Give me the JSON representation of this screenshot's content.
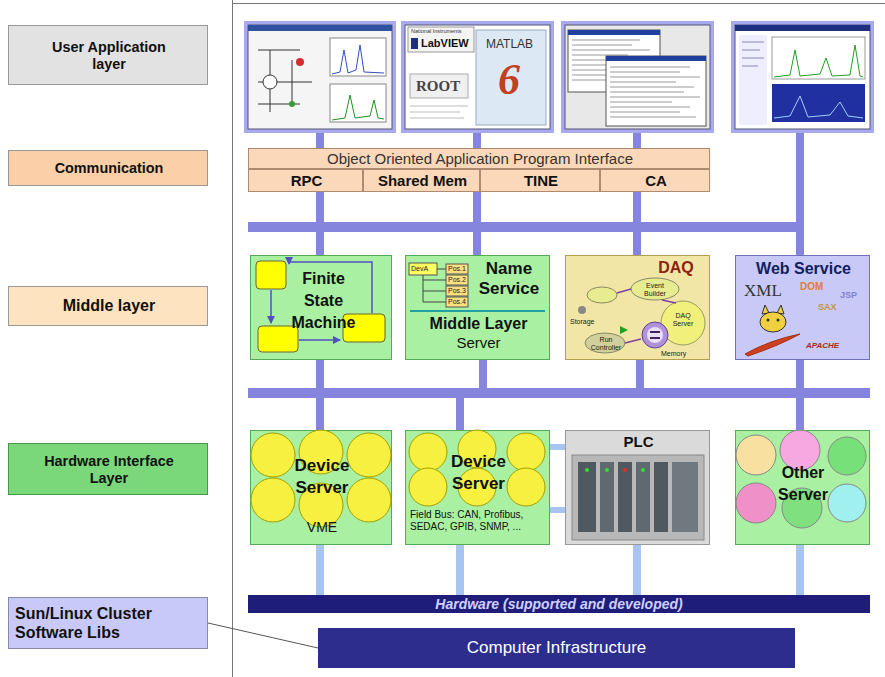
{
  "diagram": {
    "nodes": [
      {
        "text": [
          "User Application layer"
        ]
      },
      {
        "text": [
          "Communication"
        ]
      },
      {
        "text": [
          "Object Oriented Application Program Interface"
        ]
      },
      {
        "text": [
          "RPC"
        ]
      },
      {
        "text": [
          "Shared Mem"
        ]
      },
      {
        "text": [
          "TINE"
        ]
      },
      {
        "text": [
          "CA"
        ]
      },
      {
        "text": [
          "Middle layer"
        ]
      },
      {
        "text": [
          "Finite State Machine"
        ]
      },
      {
        "text": [
          "Name Service",
          "Middle Layer",
          "Server"
        ]
      },
      {
        "text": [
          "DAQ"
        ]
      },
      {
        "text": [
          "Web Service"
        ]
      },
      {
        "text": [
          "Hardware Interface Layer"
        ]
      },
      {
        "text": [
          "Device Server",
          "VME"
        ]
      },
      {
        "text": [
          "Device Server",
          "Field Bus: CAN, Profibus, SEDAC, GPIB, SNMP, ..."
        ]
      },
      {
        "text": [
          "PLC"
        ]
      },
      {
        "text": [
          "Other Server"
        ]
      },
      {
        "text": [
          "Hardware (supported and developed)"
        ]
      },
      {
        "text": [
          "Sun/Linux Cluster Software Libs"
        ]
      },
      {
        "text": [
          "Computer Infrastructure"
        ]
      }
    ],
    "edges": [
      {
        "from": 13,
        "to": 17,
        "arrow": "none"
      },
      {
        "from": 14,
        "to": 17,
        "arrow": "none"
      },
      {
        "from": 15,
        "to": 17,
        "arrow": "none"
      },
      {
        "from": 16,
        "to": 17,
        "arrow": "none"
      },
      {
        "from": 14,
        "to": 15,
        "arrow": "none"
      },
      {
        "from": 14,
        "to": 15,
        "arrow": "none"
      },
      {
        "from": 18,
        "to": 19,
        "arrow": "none"
      }
    ],
    "labels": [
      "National Instruments",
      "LabVIEW",
      "MATLAB",
      "ROOT",
      "6",
      "DevA",
      "Pos.1",
      "Pos.2",
      "Pos.3",
      "Pos.4",
      "Event Builder",
      "Run Controller",
      "DAQ Server",
      "Storage",
      "Memory",
      "XML",
      "DOM",
      "SAX",
      "JSP",
      "APACHE"
    ]
  }
}
